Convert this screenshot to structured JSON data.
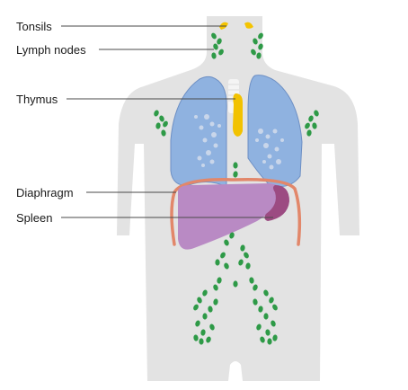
{
  "labels": {
    "tonsils": "Tonsils",
    "lymph_nodes": "Lymph nodes",
    "thymus": "Thymus",
    "diaphragm": "Diaphragm",
    "spleen": "Spleen"
  },
  "colors": {
    "body": "#e3e3e3",
    "lung": "#8fb2e0",
    "lung_outline": "#6d8fc4",
    "bronchi": "#c9d6ea",
    "liver": "#b98ac4",
    "spleen": "#9c4b82",
    "diaphragm": "#e2876a",
    "thymus": "#f2c200",
    "tonsil": "#f4c400",
    "lymph_node": "#2e9a47",
    "trachea": "#f4f4f4"
  }
}
